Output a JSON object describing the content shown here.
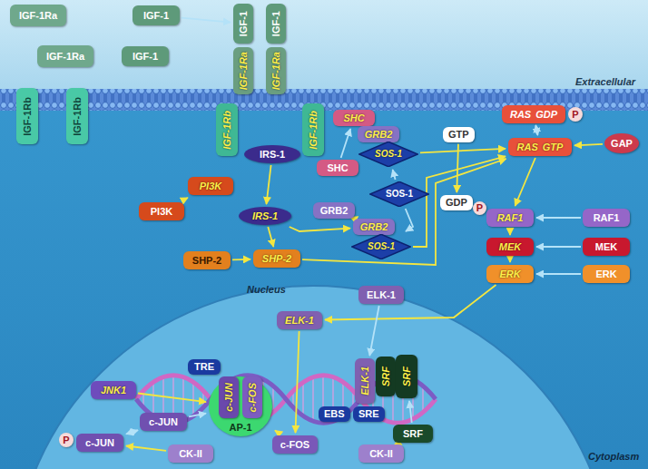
{
  "diagram": {
    "nodes": [
      {
        "text": [
          "IGF-1Ra"
        ]
      },
      {
        "text": [
          "IGF-1Ra"
        ]
      },
      {
        "text": [
          "IGF-1"
        ]
      },
      {
        "text": [
          "IGF-1"
        ]
      },
      {
        "text": [
          "IGF-1"
        ]
      },
      {
        "text": [
          "IGF-1"
        ]
      },
      {
        "text": [
          "IGF-1Ra"
        ]
      },
      {
        "text": [
          "IGF-1Ra"
        ]
      },
      {
        "text": [
          "IGF-1Rb"
        ]
      },
      {
        "text": [
          "IGF-1Rb"
        ]
      },
      {
        "text": [
          "IGF-1Rb"
        ]
      },
      {
        "text": [
          "IGF-1Rb"
        ]
      },
      {
        "text": [
          "IRS-1"
        ]
      },
      {
        "text": [
          "SHC"
        ]
      },
      {
        "text": [
          "GRB2"
        ]
      },
      {
        "text": [
          "SOS-1"
        ]
      },
      {
        "text": [
          "SHC"
        ]
      },
      {
        "text": [
          "SOS-1"
        ]
      },
      {
        "text": [
          "PI3K"
        ]
      },
      {
        "text": [
          "PI3K"
        ]
      },
      {
        "text": [
          "IRS-1"
        ]
      },
      {
        "text": [
          "GRB2"
        ]
      },
      {
        "text": [
          "GRB2"
        ]
      },
      {
        "text": [
          "SOS-1"
        ]
      },
      {
        "text": [
          "SHP-2"
        ]
      },
      {
        "text": [
          "SHP-2"
        ]
      },
      {
        "text": [
          "GTP"
        ]
      },
      {
        "text": [
          "RAS",
          "GDP"
        ]
      },
      {
        "text": [
          "P"
        ]
      },
      {
        "text": [
          "GAP"
        ]
      },
      {
        "text": [
          "GDP"
        ]
      },
      {
        "text": [
          "P"
        ]
      },
      {
        "text": [
          "RAS",
          "GTP"
        ]
      },
      {
        "text": [
          "RAF1"
        ]
      },
      {
        "text": [
          "RAF1"
        ]
      },
      {
        "text": [
          "MEK"
        ]
      },
      {
        "text": [
          "MEK"
        ]
      },
      {
        "text": [
          "ERK"
        ]
      },
      {
        "text": [
          "ERK"
        ]
      },
      {
        "text": [
          "ELK-1"
        ]
      },
      {
        "text": [
          "ELK-1"
        ]
      },
      {
        "text": [
          "TRE"
        ]
      },
      {
        "text": [
          "AP-1"
        ]
      },
      {
        "text": [
          "c-JUN"
        ],
        "in": 42
      },
      {
        "text": [
          "c-FOS"
        ],
        "in": 42
      },
      {
        "text": [
          "ELK-1"
        ]
      },
      {
        "text": [
          "SRF"
        ]
      },
      {
        "text": [
          "SRF"
        ]
      },
      {
        "text": [
          "EBS"
        ]
      },
      {
        "text": [
          "SRE"
        ]
      },
      {
        "text": [
          "SRF"
        ]
      },
      {
        "text": [
          "JNK1"
        ]
      },
      {
        "text": [
          "c-JUN"
        ]
      },
      {
        "text": [
          "P"
        ]
      },
      {
        "text": [
          "c-JUN"
        ]
      },
      {
        "text": [
          "c-FOS"
        ]
      },
      {
        "text": [
          "CK-II"
        ]
      },
      {
        "text": [
          "CK-II"
        ]
      }
    ],
    "edges": [
      {
        "from": 2,
        "to": 4,
        "arrow": "to"
      },
      {
        "from": 12,
        "to": 20,
        "arrow": "to"
      },
      {
        "from": 19,
        "to": 18,
        "arrow": "to"
      },
      {
        "from": 16,
        "to": 13,
        "arrow": "to"
      },
      {
        "from": 17,
        "to": 15,
        "arrow": "to"
      },
      {
        "from": 17,
        "to": 23,
        "arrow": "to"
      },
      {
        "from": 21,
        "to": 22,
        "arrow": "to"
      },
      {
        "from": 20,
        "to": 22,
        "arrow": "to"
      },
      {
        "from": 24,
        "to": 25,
        "arrow": "to"
      },
      {
        "from": 20,
        "to": 25,
        "arrow": "to"
      },
      {
        "from": 15,
        "to": 32,
        "arrow": "to"
      },
      {
        "from": 23,
        "to": 32,
        "arrow": "to"
      },
      {
        "from": 25,
        "to": 32,
        "arrow": "to"
      },
      {
        "from": 26,
        "to": 30,
        "arrow": "to"
      },
      {
        "from": 27,
        "to": 32,
        "arrow": "both"
      },
      {
        "from": 29,
        "to": 32,
        "arrow": "to"
      },
      {
        "from": 32,
        "to": 33,
        "arrow": "to"
      },
      {
        "from": 34,
        "to": 33,
        "arrow": "to"
      },
      {
        "from": 33,
        "to": 35,
        "arrow": "to"
      },
      {
        "from": 36,
        "to": 35,
        "arrow": "to"
      },
      {
        "from": 35,
        "to": 37,
        "arrow": "to"
      },
      {
        "from": 38,
        "to": 37,
        "arrow": "to"
      },
      {
        "from": 37,
        "to": 40,
        "arrow": "to"
      },
      {
        "from": 39,
        "to": 45,
        "arrow": "to"
      },
      {
        "from": 40,
        "to": 55,
        "arrow": "to"
      },
      {
        "from": 51,
        "to": 42,
        "arrow": "to"
      },
      {
        "from": 52,
        "to": 42,
        "arrow": "to"
      },
      {
        "from": 52,
        "to": 54,
        "arrow": "both"
      },
      {
        "from": 56,
        "to": 54,
        "arrow": "to"
      },
      {
        "from": 55,
        "to": 42,
        "arrow": "to"
      },
      {
        "from": 57,
        "to": 50,
        "arrow": "to"
      },
      {
        "from": 50,
        "to": 47,
        "arrow": "to"
      }
    ],
    "labels": [
      "Extracellular",
      "Nucleus",
      "Cytoplasm"
    ]
  }
}
